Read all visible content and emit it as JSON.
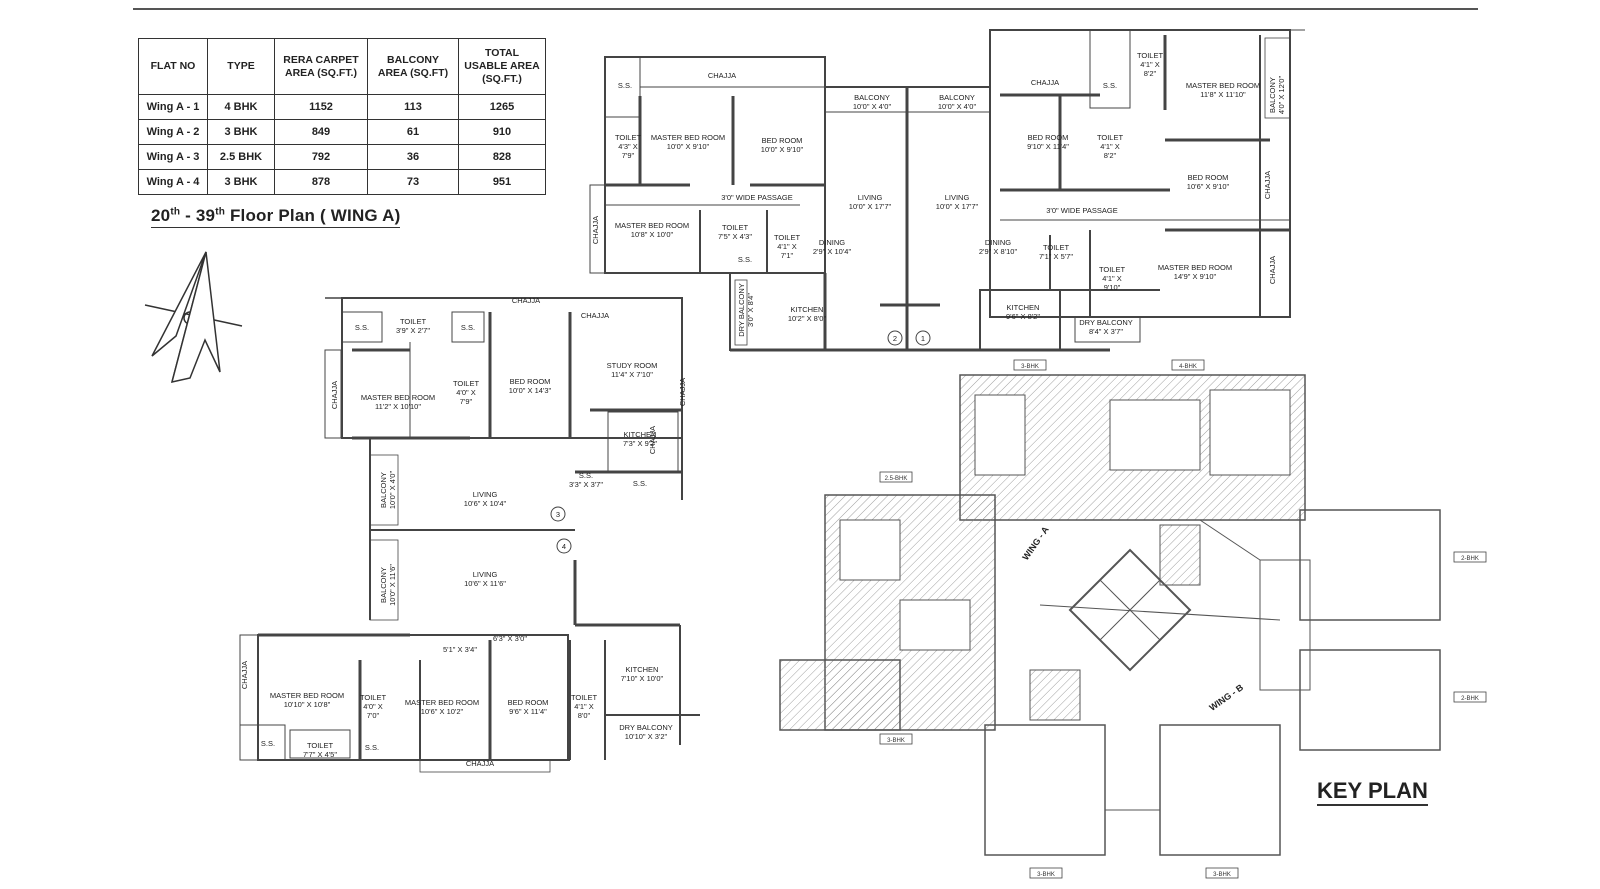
{
  "table": {
    "headers": [
      "FLAT NO",
      "TYPE",
      "RERA CARPET AREA (SQ.FT.)",
      "BALCONY AREA (SQ.FT)",
      "TOTAL USABLE AREA (SQ.FT.)"
    ],
    "rows": [
      [
        "Wing A - 1",
        "4 BHK",
        "1152",
        "113",
        "1265"
      ],
      [
        "Wing A - 2",
        "3 BHK",
        "849",
        "61",
        "910"
      ],
      [
        "Wing A - 3",
        "2.5 BHK",
        "792",
        "36",
        "828"
      ],
      [
        "Wing A - 4",
        "3 BHK",
        "878",
        "73",
        "951"
      ]
    ]
  },
  "floor_title": {
    "prefix": "20",
    "sup1": "th",
    "mid": " - 39",
    "sup2": "th",
    "rest": " Floor Plan ( WING A)"
  },
  "key_plan_title": "KEY PLAN",
  "rooms": {
    "r1": [
      "CHAJJA"
    ],
    "r2": [
      "S.S."
    ],
    "r3": [
      "TOILET",
      "4'3\" X",
      "7'9\""
    ],
    "r4": [
      "MASTER BED ROOM",
      "10'0\" X 9'10\""
    ],
    "r5": [
      "BED ROOM",
      "10'0\" X 9'10\""
    ],
    "r6": [
      "BALCONY",
      "10'0\" X 4'0\""
    ],
    "r7": [
      "BALCONY",
      "10'0\" X 4'0\""
    ],
    "r8": [
      "CHAJJA"
    ],
    "r9": [
      "S.S."
    ],
    "r10": [
      "TOILET",
      "4'1\" X",
      "8'2\""
    ],
    "r11": [
      "MASTER BED ROOM",
      "11'8\" X 11'10\""
    ],
    "r12": [
      "BALCONY",
      "4'0\" X 12'0\""
    ],
    "r13": [
      "BED ROOM",
      "9'10\" X 11'4\""
    ],
    "r14": [
      "TOILET",
      "4'1\" X",
      "8'2\""
    ],
    "r15": [
      "LIVING",
      "10'0\" X 17'7\""
    ],
    "r16": [
      "LIVING",
      "10'0\" X 17'7\""
    ],
    "r17": [
      "BED ROOM",
      "10'6\" X 9'10\""
    ],
    "r18": [
      "CHAJJA"
    ],
    "r19": [
      "3'0\" WIDE PASSAGE"
    ],
    "r20": [
      "3'0\" WIDE PASSAGE"
    ],
    "r21": [
      "MASTER BED ROOM",
      "10'8\" X 10'0\""
    ],
    "r22": [
      "TOILET",
      "7'5\" X 4'3\""
    ],
    "r23": [
      "TOILET",
      "4'1\" X",
      "7'1\""
    ],
    "r24": [
      "DINING",
      "2'9\" X 10'4\""
    ],
    "r25": [
      "DINING",
      "2'9\" X 8'10\""
    ],
    "r26": [
      "TOILET",
      "7'1\" X 5'7\""
    ],
    "r27": [
      "TOILET",
      "4'1\" X",
      "9'10\""
    ],
    "r28": [
      "MASTER BED ROOM",
      "14'9\" X 9'10\""
    ],
    "r29": [
      "CHAJJA"
    ],
    "r30": [
      "S.S."
    ],
    "r31": [
      "CHAJJA"
    ],
    "r32": [
      "DRY BALCONY",
      "3'0\" X 8'4\""
    ],
    "r33": [
      "KITCHEN",
      "10'2\" X 8'0\""
    ],
    "r34": [
      "KITCHEN",
      "9'6\" X 8'2\""
    ],
    "r35": [
      "DRY BALCONY",
      "8'4\" X 3'7\""
    ],
    "r36": [
      "CHAJJA"
    ],
    "r37": [
      "CHAJJA"
    ],
    "r38": [
      "S.S."
    ],
    "r39": [
      "TOILET",
      "3'9\" X 2'7\""
    ],
    "r40": [
      "S.S."
    ],
    "r41": [
      "CHAJJA"
    ],
    "r42": [
      "STUDY ROOM",
      "11'4\" X 7'10\""
    ],
    "r43": [
      "MASTER BED ROOM",
      "11'2\" X 10'10\""
    ],
    "r44": [
      "TOILET",
      "4'0\" X",
      "7'9\""
    ],
    "r45": [
      "BED ROOM",
      "10'0\" X 14'3\""
    ],
    "r46": [
      "CHAJJA"
    ],
    "r47": [
      "CHAJJA"
    ],
    "r48": [
      "KITCHEN",
      "7'3\" X 9'2\""
    ],
    "r49": [
      "S.S.",
      "3'3\" X 3'7\""
    ],
    "r50": [
      "S.S."
    ],
    "r51": [
      "BALCONY",
      "10'0\" X 4'0\""
    ],
    "r52": [
      "LIVING",
      "10'6\" X 10'4\""
    ],
    "r53": [
      "LIVING",
      "10'6\" X 11'6\""
    ],
    "r54": [
      "BALCONY",
      "10'0\" X 11'6\""
    ],
    "r55": [
      "5'1\" X 3'4\""
    ],
    "r56": [
      "6'3\" X 3'0\""
    ],
    "r57": [
      "CHAJJA"
    ],
    "r58": [
      "MASTER BED ROOM",
      "10'10\" X 10'8\""
    ],
    "r59": [
      "TOILET",
      "4'0\" X",
      "7'0\""
    ],
    "r60": [
      "MASTER BED ROOM",
      "10'6\" X 10'2\""
    ],
    "r61": [
      "BED ROOM",
      "9'6\" X 11'4\""
    ],
    "r62": [
      "TOILET",
      "4'1\" X",
      "8'0\""
    ],
    "r63": [
      "KITCHEN",
      "7'10\" X 10'0\""
    ],
    "r64": [
      "DRY BALCONY",
      "10'10\" X 3'2\""
    ],
    "r65": [
      "S.S."
    ],
    "r66": [
      "TOILET",
      "7'7\" X 4'5\""
    ],
    "r67": [
      "S.S."
    ],
    "r68": [
      "CHAJJA"
    ]
  },
  "flat_markers": [
    "1",
    "2",
    "3",
    "4"
  ],
  "key_plan": {
    "type_tags": [
      "3-BHK",
      "4-BHK",
      "2.5-BHK",
      "3-BHK",
      "2-BHK",
      "2-BHK",
      "3-BHK",
      "3-BHK"
    ],
    "wing_labels": [
      "WING - A",
      "WING - B"
    ]
  }
}
